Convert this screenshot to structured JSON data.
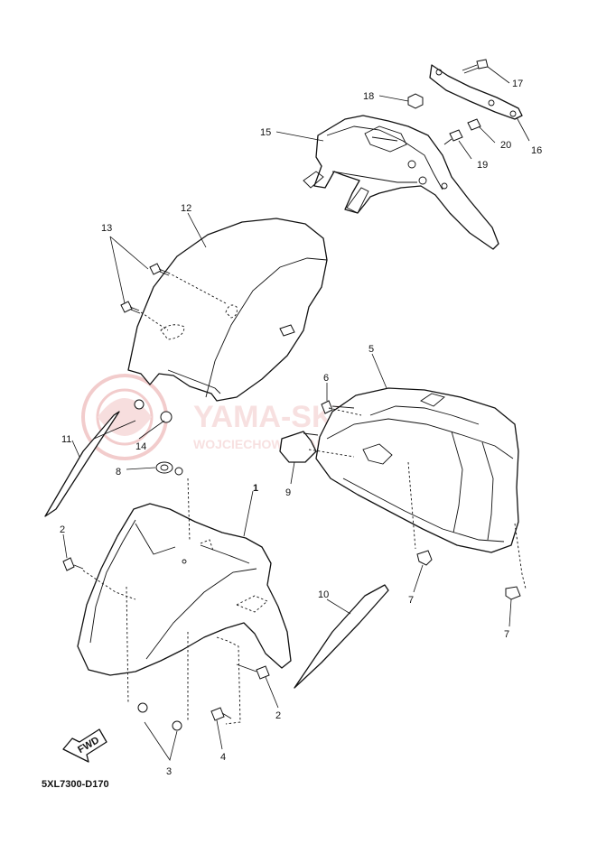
{
  "diagram_code": "5XL7300-D170",
  "fwd_label": "FWD",
  "watermark": {
    "brand": "YAMA-SKLEP.PL",
    "sub": "WOJCIECHOWSKI AUTORYZOWANY DEALER",
    "color": "#e8a3a3"
  },
  "callouts": [
    "1",
    "2",
    "2",
    "3",
    "4",
    "5",
    "6",
    "7",
    "7",
    "8",
    "9",
    "10",
    "11",
    "12",
    "13",
    "14",
    "15",
    "16",
    "17",
    "18",
    "19",
    "20"
  ]
}
